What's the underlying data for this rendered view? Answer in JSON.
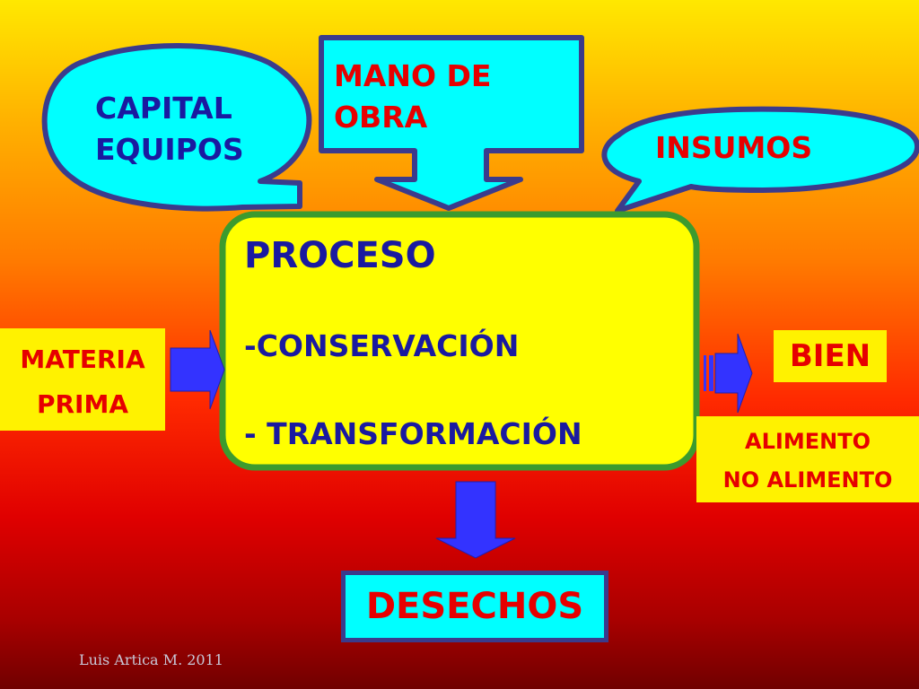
{
  "bubbles": {
    "capital": "CAPITAL\nEQUIPOS",
    "mano_de_obra": "MANO DE\n OBRA",
    "insumos": "INSUMOS"
  },
  "process": {
    "title": "PROCESO",
    "item_1": "-CONSERVACIÓN",
    "item_2": "-  TRANSFORMACIÓN"
  },
  "inputs": {
    "materia": "MATERIA",
    "prima": "PRIMA"
  },
  "outputs": {
    "bien": "BIEN",
    "alimento": "ALIMENTO",
    "no_alimento": "NO ALIMENTO",
    "desechos": "DESECHOS"
  },
  "footer": {
    "credit": "Luis Artica M. 2011"
  },
  "colors": {
    "callout_fill": "#00ffff",
    "callout_stroke": "#3b3b8c",
    "process_fill": "#ffff00",
    "process_stroke": "#3c9b2e",
    "arrow_blue": "#3333ff",
    "text_blue": "#1a1aa0",
    "text_red": "#e60000",
    "label_box": "#fff200"
  }
}
